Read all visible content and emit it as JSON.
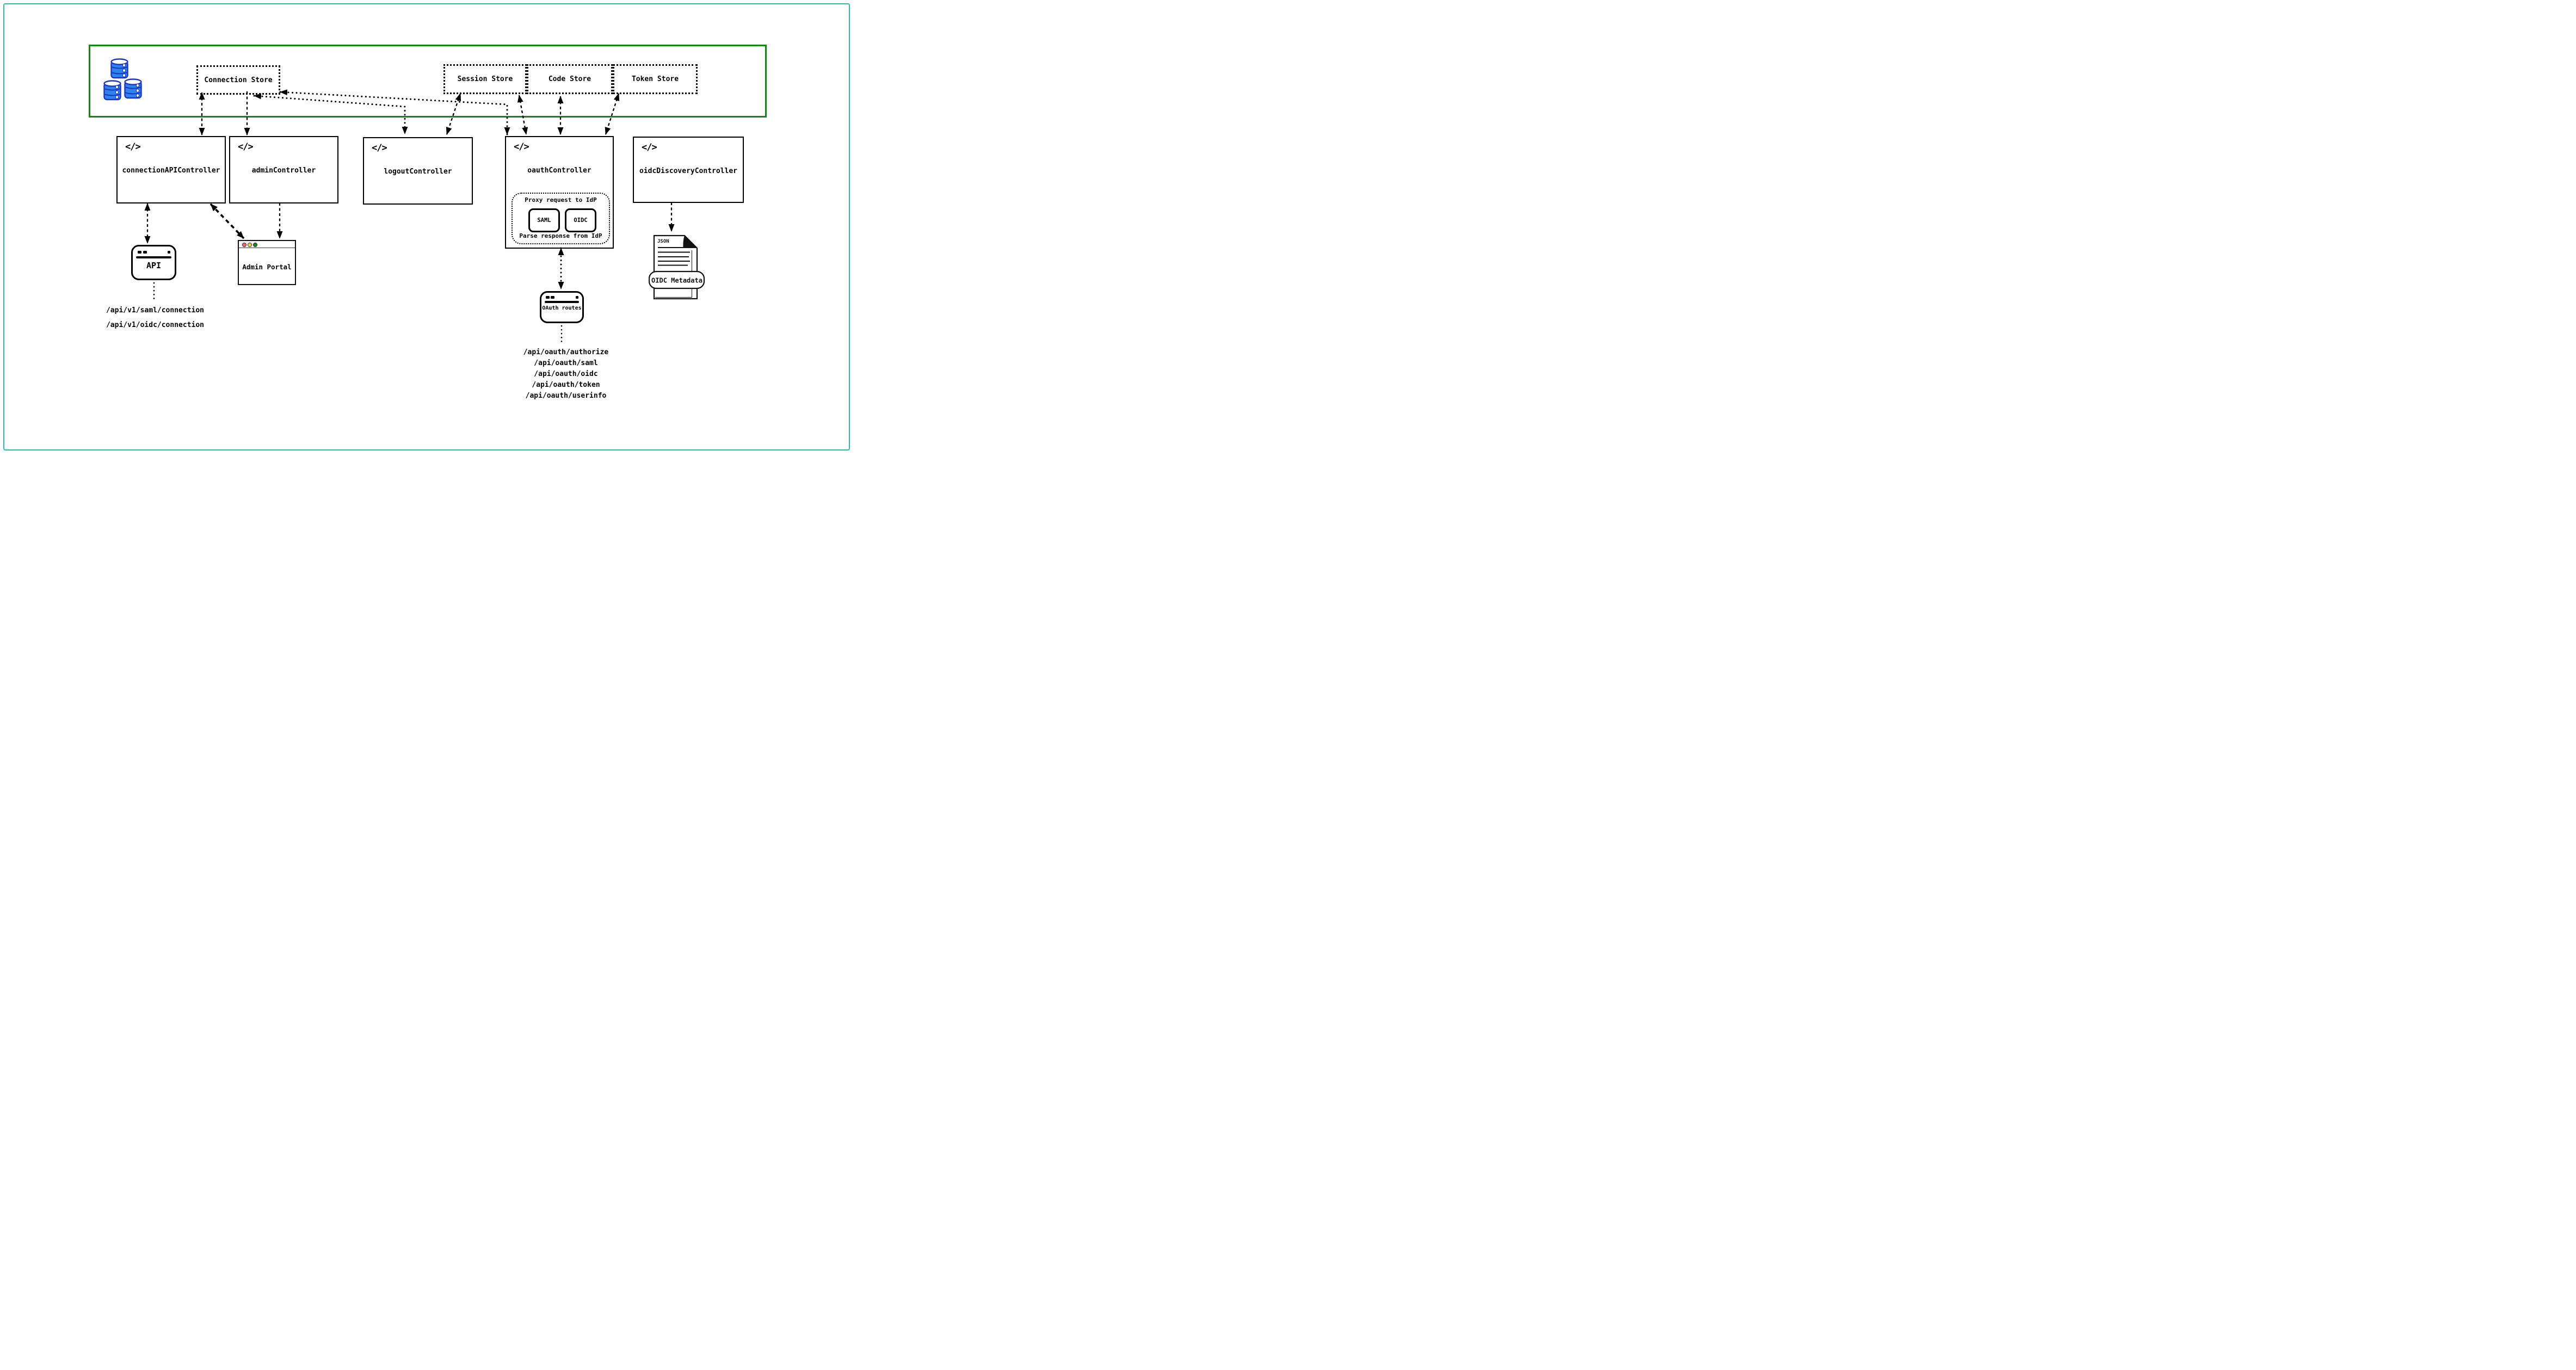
{
  "diagram": {
    "store_zone": {
      "stores": [
        {
          "label": "Connection Store"
        },
        {
          "label": "Session Store"
        },
        {
          "label": "Code Store"
        },
        {
          "label": "Token Store"
        }
      ]
    },
    "controllers": [
      {
        "label": "connectionAPIController",
        "icon": "</>"
      },
      {
        "label": "adminController",
        "icon": "</>"
      },
      {
        "label": "logoutController",
        "icon": "</>"
      },
      {
        "label": "oauthController",
        "icon": "</>"
      },
      {
        "label": "oidcDiscoveryController",
        "icon": "</>"
      }
    ],
    "oauth_internals": {
      "proxy_label": "Proxy request to IdP",
      "saml_label": "SAML",
      "oidc_label": "OIDC",
      "parse_label": "Parse response from IdP"
    },
    "api_client": {
      "label": "API",
      "routes": [
        "/api/v1/saml/connection",
        "/api/v1/oidc/connection"
      ]
    },
    "admin_portal": {
      "label": "Admin Portal"
    },
    "oauth_routes": {
      "label": "OAuth routes",
      "routes": [
        "/api/oauth/authorize",
        "/api/oauth/saml",
        "/api/oauth/oidc",
        "/api/oauth/token",
        "/api/oauth/userinfo"
      ]
    },
    "oidc_metadata": {
      "file_type_label": "JSON",
      "banner_label": "OIDC Metadata"
    },
    "colors": {
      "frame_teal": "#2abfa3",
      "zone_green": "#0e8b0e",
      "database_blue": "#2d84ea",
      "database_outline": "#1d35c8",
      "line_black": "#000000",
      "traffic_red": "#f4625e",
      "traffic_yellow": "#f2cf4b",
      "traffic_green": "#158a15"
    }
  }
}
